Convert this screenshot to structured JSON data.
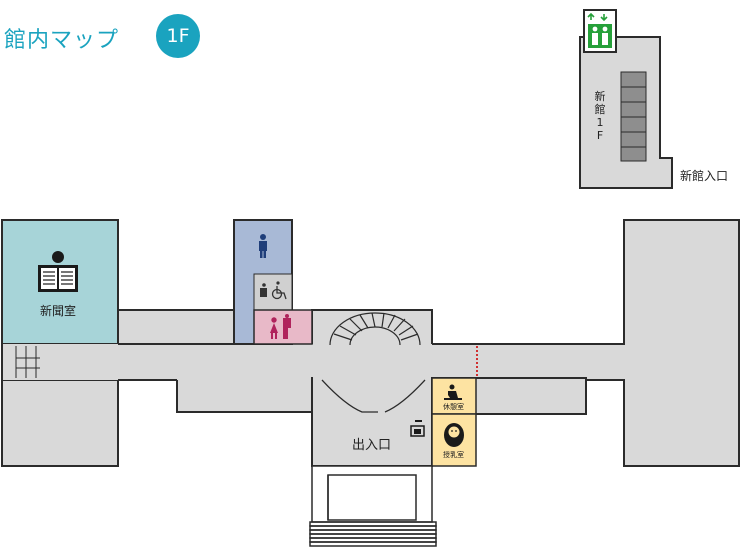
{
  "header": {
    "title": "館内マップ",
    "floor": "1F"
  },
  "annex": {
    "label": "新館1F",
    "entrance_label": "新館入口"
  },
  "rooms": {
    "newspaper": "新聞室",
    "entrance": "出入口",
    "rest": "休憩室",
    "nursing": "授乳室"
  },
  "icons": [
    "elevator-icon",
    "restroom-male-icon",
    "accessible-restroom-icon",
    "restroom-female-icon",
    "newspaper-reader-icon",
    "stairs-icon",
    "locker-icon",
    "rest-area-icon",
    "baby-icon"
  ],
  "colors": {
    "floor": "#d9d9d9",
    "wall": "#2b2b2b",
    "newspaper_room": "#a7d4d8",
    "male_restroom": "#a8b9d6",
    "female_restroom": "#e8b9c8",
    "rest_room": "#fde3a2",
    "accent": "#1aa3bf",
    "elevator": "#26a03a"
  }
}
